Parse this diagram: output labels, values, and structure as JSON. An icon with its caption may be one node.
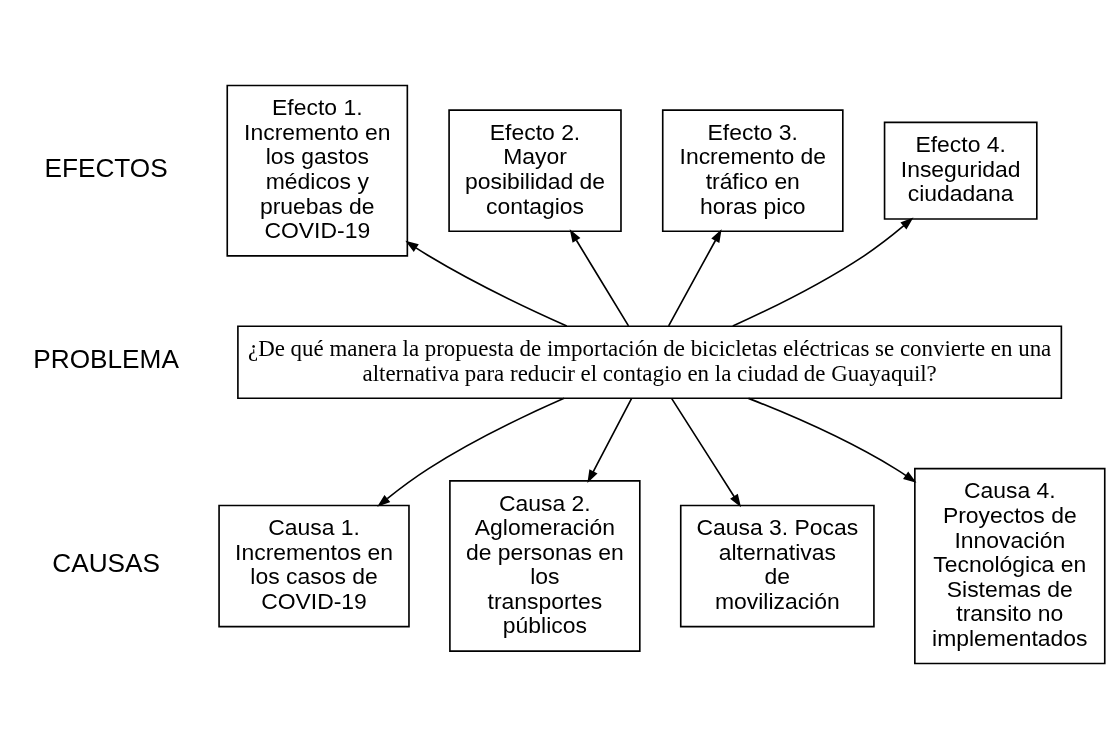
{
  "diagram": {
    "nodes": [
      {
        "text": [
          "Efecto 1. Incremento en los gastos médicos y pruebas de COVID-19"
        ]
      },
      {
        "text": [
          "Efecto 2. Mayor posibilidad de contagios"
        ]
      },
      {
        "text": [
          "Efecto 3. Incremento de tráfico en horas pico"
        ]
      },
      {
        "text": [
          "Efecto 4. Inseguridad ciudadana"
        ]
      },
      {
        "text": [
          "¿De qué manera la propuesta de importación de bicicletas eléctricas se convierte en una alternativa para reducir el contagio en la ciudad de Guayaquil?"
        ]
      },
      {
        "text": [
          "Causa 1. Incrementos en los casos de COVID-19"
        ]
      },
      {
        "text": [
          "Causa 2. Aglomeración de personas en los transportes públicos"
        ]
      },
      {
        "text": [
          "Causa 3. Pocas alternativas de movilización"
        ]
      },
      {
        "text": [
          "Causa 4. Proyectos de Innovación Tecnológica en Sistemas de transito no implementados"
        ]
      }
    ],
    "edges": [
      {
        "from": 4,
        "to": 0,
        "arrow": "to"
      },
      {
        "from": 4,
        "to": 1,
        "arrow": "to"
      },
      {
        "from": 4,
        "to": 2,
        "arrow": "to"
      },
      {
        "from": 4,
        "to": 3,
        "arrow": "to"
      },
      {
        "from": 4,
        "to": 5,
        "arrow": "to"
      },
      {
        "from": 4,
        "to": 6,
        "arrow": "to"
      },
      {
        "from": 4,
        "to": 7,
        "arrow": "to"
      },
      {
        "from": 4,
        "to": 8,
        "arrow": "to"
      }
    ],
    "labels": [
      "EFECTOS",
      "PROBLEMA",
      "CAUSAS"
    ]
  }
}
